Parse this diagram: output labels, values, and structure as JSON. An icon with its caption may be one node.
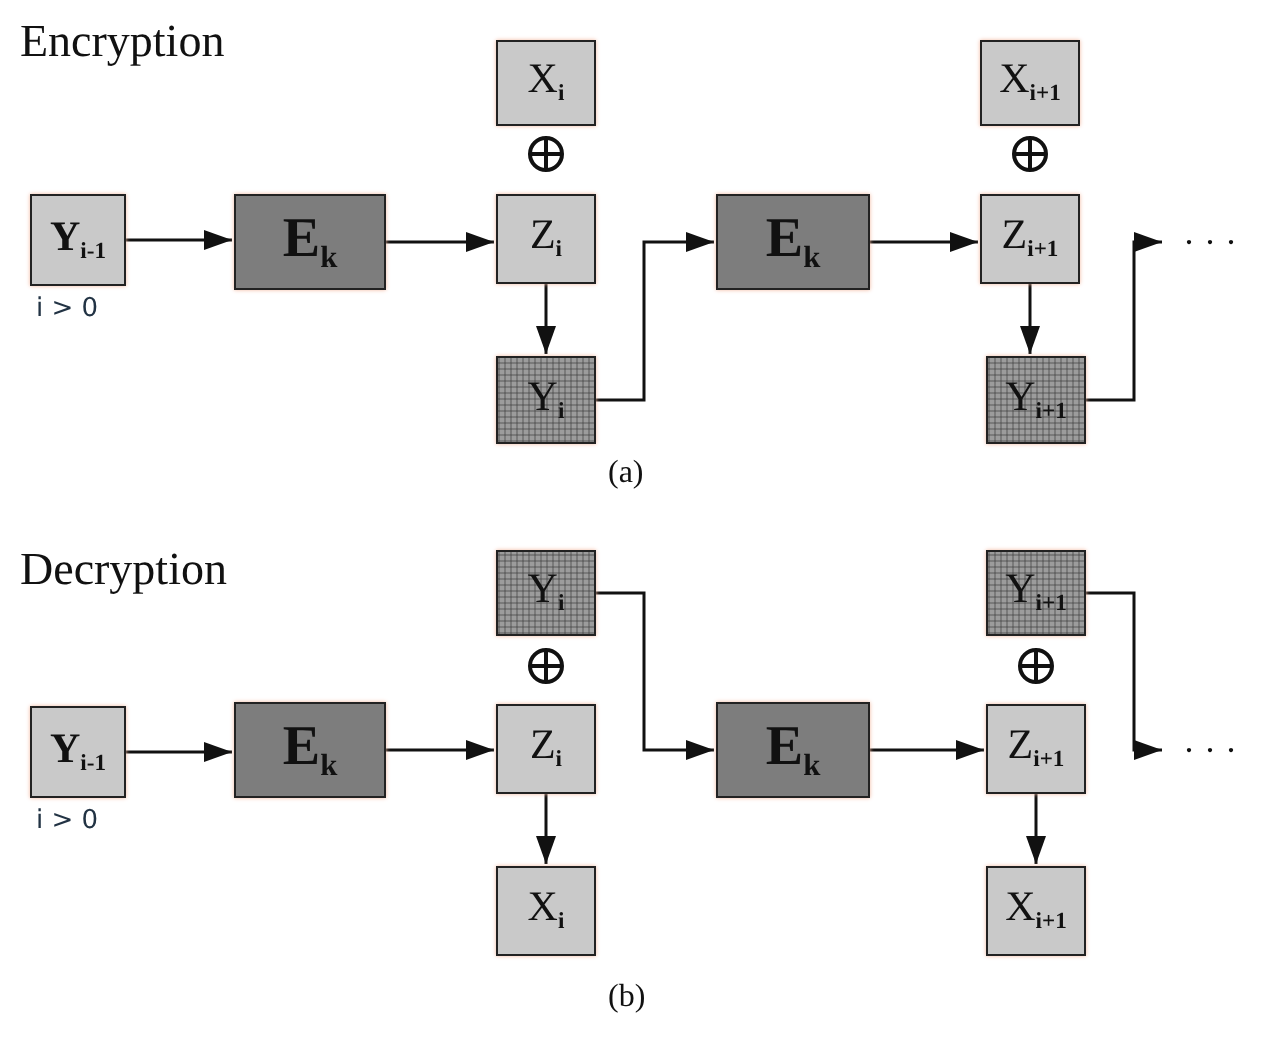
{
  "diagram": {
    "nodes": [
      {
        "text": [
          "**Y**$_{i-1}$"
        ],
        "beside": [
          "i > 0"
        ]
      },
      {
        "text": [
          "**E**$_{k}$"
        ]
      },
      {
        "text": [
          "X$_{i}$"
        ]
      },
      {
        "text": [
          "Z$_{i}$"
        ]
      },
      {
        "text": [
          "Y$_{i}$"
        ]
      },
      {
        "text": [
          "**E**$_{k}$"
        ]
      },
      {
        "text": [
          "X$_{i+1}$"
        ]
      },
      {
        "text": [
          "Z$_{i+1}$"
        ]
      },
      {
        "text": [
          "Y$_{i+1}$"
        ]
      },
      {
        "text": [
          "· · ·"
        ]
      },
      {
        "text": [
          "**Y**$_{i-1}$"
        ],
        "beside": [
          "i > 0"
        ]
      },
      {
        "text": [
          "**E**$_{k}$"
        ]
      },
      {
        "text": [
          "Y$_{i}$"
        ]
      },
      {
        "text": [
          "Z$_{i}$"
        ]
      },
      {
        "text": [
          "X$_{i}$"
        ]
      },
      {
        "text": [
          "**E**$_{k}$"
        ]
      },
      {
        "text": [
          "Y$_{i+1}$"
        ]
      },
      {
        "text": [
          "Z$_{i+1}$"
        ]
      },
      {
        "text": [
          "X$_{i+1}$"
        ]
      },
      {
        "text": [
          "· · ·"
        ]
      }
    ],
    "edges": [
      {
        "from": 0,
        "to": 1,
        "arrow": "to"
      },
      {
        "from": 1,
        "to": 3,
        "arrow": "to"
      },
      {
        "from": 3,
        "to": 4,
        "arrow": "to"
      },
      {
        "from": 4,
        "to": 5,
        "arrow": "to"
      },
      {
        "from": 5,
        "to": 7,
        "arrow": "to"
      },
      {
        "from": 7,
        "to": 8,
        "arrow": "to"
      },
      {
        "from": 8,
        "to": 9,
        "arrow": "to"
      },
      {
        "from": 10,
        "to": 11,
        "arrow": "to"
      },
      {
        "from": 11,
        "to": 13,
        "arrow": "to"
      },
      {
        "from": 13,
        "to": 14,
        "arrow": "to"
      },
      {
        "from": 12,
        "to": 15,
        "arrow": "to"
      },
      {
        "from": 15,
        "to": 17,
        "arrow": "to"
      },
      {
        "from": 17,
        "to": 18,
        "arrow": "to"
      },
      {
        "from": 16,
        "to": 19,
        "arrow": "to"
      }
    ],
    "labels": [
      "Encryption",
      "(a)",
      "Decryption",
      "(b)"
    ]
  }
}
